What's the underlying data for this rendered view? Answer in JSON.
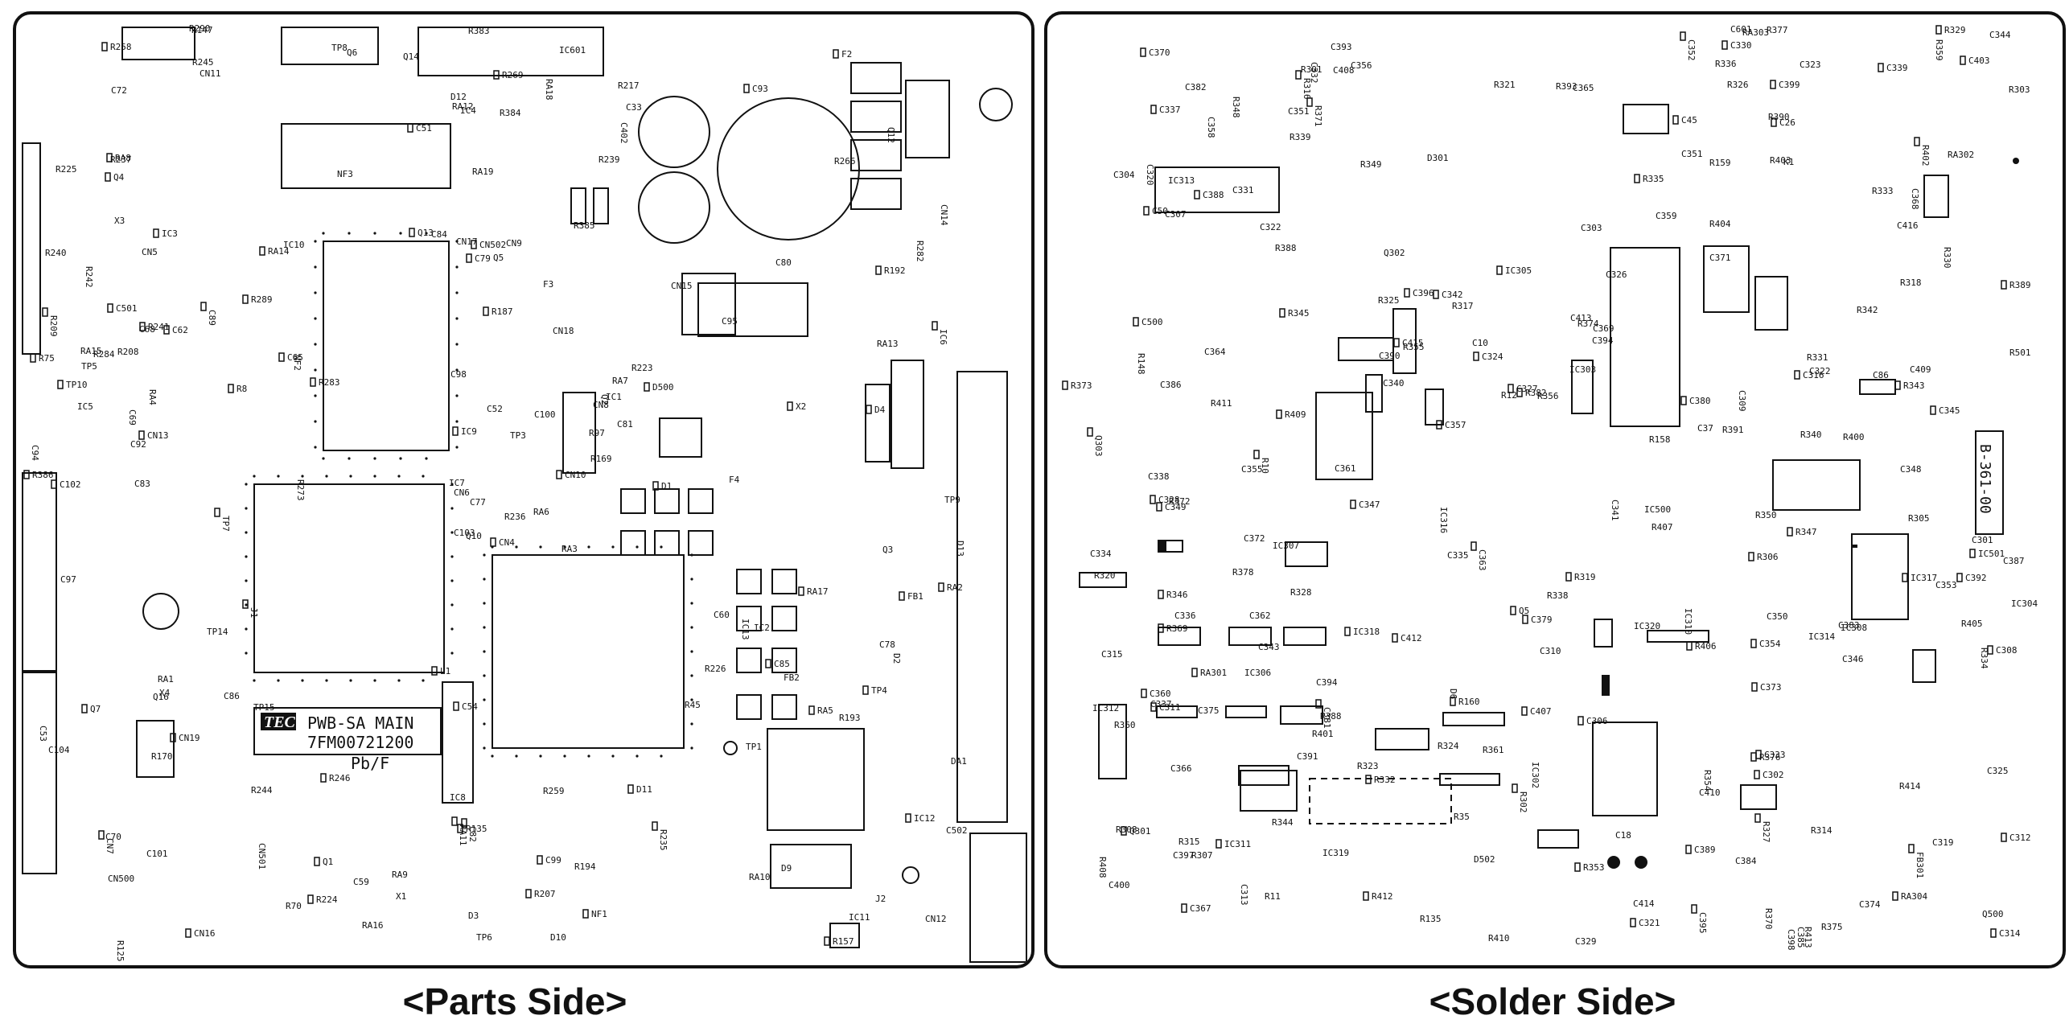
{
  "captions": {
    "parts": "<Parts Side>",
    "solder": "<Solder Side>"
  },
  "parts": {
    "brand": "TEC",
    "board_name": "PWB-SA MAIN",
    "part_number": "7FM00721200",
    "pbf": "Pb/F",
    "labels": [
      "CN4",
      "CN5",
      "CN6",
      "CN7",
      "CN8",
      "CN9",
      "CN10",
      "CN11",
      "CN12",
      "CN13",
      "CN14",
      "CN15",
      "CN16",
      "CN17",
      "CN18",
      "CN19",
      "CN500",
      "CN501",
      "CN502",
      "IC1",
      "IC2",
      "IC3",
      "IC4",
      "IC5",
      "IC6",
      "IC7",
      "IC8",
      "IC9",
      "IC10",
      "IC11",
      "IC12",
      "IC13",
      "IC601",
      "R8",
      "R45",
      "R70",
      "R75",
      "R97",
      "R125",
      "R135",
      "R169",
      "R170",
      "R192",
      "R225",
      "R226",
      "R235",
      "R244",
      "R245",
      "R258",
      "R259",
      "R266",
      "R269",
      "R273",
      "R284",
      "R289",
      "R290",
      "C33",
      "C51",
      "C52",
      "C53",
      "C54",
      "C59",
      "C60",
      "C65",
      "C70",
      "C72",
      "C89",
      "C97",
      "C98",
      "C99",
      "C100",
      "C101",
      "D1",
      "D2",
      "D3",
      "D4",
      "D9",
      "D10",
      "D11",
      "D12",
      "D13",
      "D500",
      "TP1",
      "TP3",
      "TP4",
      "TP5",
      "TP6",
      "TP7",
      "TP8",
      "TP9",
      "TP10",
      "TP14",
      "TP15",
      "Q1",
      "Q2",
      "Q3",
      "Q4",
      "Q5",
      "Q6",
      "Q7",
      "Q10",
      "Q12",
      "Q13",
      "Q14",
      "Q16",
      "F2",
      "F3",
      "F4",
      "J1",
      "J2",
      "X1",
      "X2",
      "X3",
      "X4",
      "NF1",
      "NF2",
      "NF3",
      "FB1",
      "FB2",
      "RA1",
      "RA2",
      "RA3",
      "RA4",
      "RA5",
      "RA6",
      "RA7",
      "RA8",
      "RA9",
      "RA10",
      "RA11",
      "RA12",
      "RA13",
      "RA14",
      "RA15",
      "RA16",
      "RA17",
      "RA18",
      "RA19",
      "R187",
      "R385",
      "R384",
      "R386",
      "R383",
      "C402",
      "C501",
      "C502",
      "R147",
      "R157",
      "R193",
      "R194",
      "R209",
      "R217",
      "R223",
      "R224",
      "R239",
      "R240",
      "R241",
      "R242",
      "R236",
      "R207",
      "R208",
      "R237",
      "C62",
      "C68",
      "C69",
      "R246",
      "C77",
      "C78",
      "C79",
      "C80",
      "C81",
      "C82",
      "C83",
      "C84",
      "C85",
      "C86",
      "C92",
      "C93",
      "C94",
      "C95",
      "C102",
      "C103",
      "C104",
      "L1",
      "DA1",
      "R282",
      "R283"
    ]
  },
  "solder": {
    "board_code": "B-361-00",
    "labels": [
      "R306",
      "R305",
      "R315",
      "R316",
      "R317",
      "R314",
      "C311",
      "R326",
      "R325",
      "C321",
      "C320",
      "C338",
      "C337",
      "C319",
      "R324",
      "C345",
      "R338",
      "C341",
      "C342",
      "C343",
      "C344",
      "C339",
      "C340",
      "C353",
      "C352",
      "C351",
      "C350",
      "C349",
      "R339",
      "R340",
      "R353",
      "R354",
      "R355",
      "C347",
      "C348",
      "C346",
      "C354",
      "C355",
      "IC302",
      "RA301",
      "RA302",
      "RA303",
      "RA304",
      "R361",
      "C383",
      "C381",
      "R360",
      "C382",
      "C380",
      "C386",
      "C387",
      "C396",
      "R359",
      "R350",
      "C373",
      "C374",
      "C371",
      "C370",
      "C372",
      "R348",
      "R347",
      "R349",
      "C369",
      "R346",
      "C365",
      "C364",
      "C363",
      "C362",
      "C361",
      "C360",
      "C359",
      "C356",
      "C357",
      "C358",
      "IC303",
      "C330",
      "C336",
      "R323",
      "R332",
      "R333",
      "R334",
      "R335",
      "R336",
      "R342",
      "R343",
      "C301",
      "R301",
      "R302",
      "R303",
      "C303",
      "C302",
      "R307",
      "C304",
      "C308",
      "C309",
      "C307",
      "C306",
      "R308",
      "C315",
      "C316",
      "C310",
      "C313",
      "C312",
      "D301",
      "R318",
      "R319",
      "R320",
      "R321",
      "R327",
      "C322",
      "R328",
      "R329",
      "C325",
      "C326",
      "C324",
      "R330",
      "R331",
      "C314",
      "C322",
      "C323",
      "C327",
      "C331",
      "C332",
      "C333",
      "C334",
      "C335",
      "C328",
      "C337",
      "C329",
      "FB301",
      "C601",
      "IC304",
      "IC305",
      "IC306",
      "C366",
      "C367",
      "C368",
      "R344",
      "R345",
      "C375",
      "C351",
      "R369",
      "R388",
      "R370",
      "C500",
      "IC500",
      "IC308",
      "C379",
      "R356",
      "IC307",
      "C395",
      "C394",
      "C393",
      "C392",
      "C391",
      "C390",
      "C389",
      "C385",
      "C384",
      "C388",
      "R378",
      "R377",
      "R376",
      "R375",
      "C398",
      "C399",
      "IC313",
      "R374",
      "R373",
      "C397",
      "D502",
      "R371",
      "R372",
      "K1",
      "Q301",
      "C10",
      "C86",
      "C26",
      "D6",
      "C400",
      "C45",
      "R135",
      "R159",
      "C50",
      "C37",
      "R148",
      "R160",
      "R158",
      "C18",
      "C403",
      "C394",
      "R393",
      "Q303",
      "R400",
      "R388",
      "R389",
      "R390",
      "IC312",
      "IC311",
      "IC310",
      "IC319",
      "IC317",
      "C409",
      "C408",
      "C407",
      "IC314",
      "IC316",
      "IC318",
      "C410",
      "R405",
      "R406",
      "C416",
      "R401",
      "R402",
      "R403",
      "R404",
      "C415",
      "C414",
      "C413",
      "C412",
      "R413",
      "R411",
      "R409",
      "R407",
      "R414",
      "R412",
      "R410",
      "R408",
      "IC501",
      "IC320",
      "Q500",
      "Q5",
      "R35",
      "R501",
      "R10",
      "R11",
      "R12",
      "R382",
      "Q302",
      "R391"
    ]
  }
}
